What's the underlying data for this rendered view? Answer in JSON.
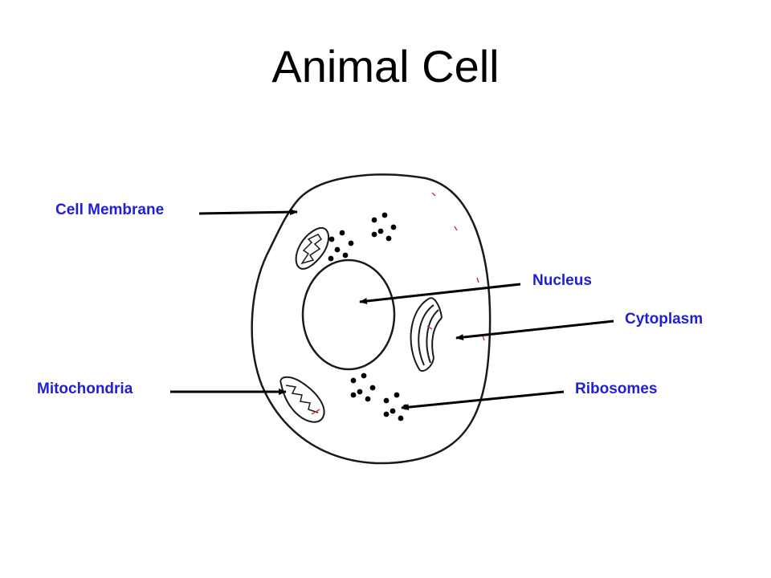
{
  "title": "Animal Cell",
  "colors": {
    "label": "#1f1fd6",
    "outline": "#1a1a1a",
    "accent": "#d23a3a"
  },
  "labels": {
    "cell_membrane": "Cell Membrane",
    "nucleus": "Nucleus",
    "cytoplasm": "Cytoplasm",
    "mitochondria": "Mitochondria",
    "ribosomes": "Ribosomes"
  }
}
